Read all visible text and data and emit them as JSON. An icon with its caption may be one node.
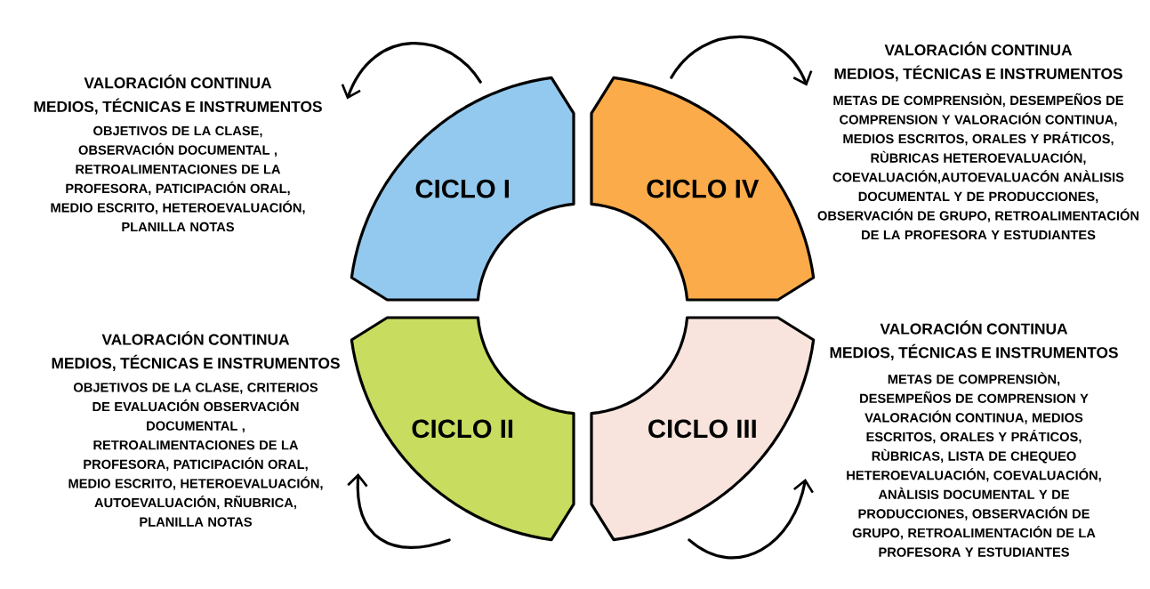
{
  "diagram": {
    "nodes": [
      {
        "text": [
          "VALORACIÓN CONTINUA",
          "MEDIOS, TÉCNICAS E INSTRUMENTOS",
          "OBJETIVOS DE LA CLASE, OBSERVACIÓN DOCUMENTAL , RETROALIMENTACIONES DE LA PROFESORA, PATICIPACIÓN ORAL, MEDIO ESCRITO, HETEROEVALUACIÓN, PLANILLA NOTAS"
        ]
      },
      {
        "text": [
          "VALORACIÓN CONTINUA",
          "MEDIOS, TÉCNICAS E INSTRUMENTOS",
          "METAS DE COMPRENSIÒN,  DESEMPEÑOS DE COMPRENSION Y VALORACIÓN CONTINUA, MEDIOS ESCRITOS, ORALES Y PRÁTICOS, RÙBRICAS HETEROEVALUACIÓN, COEVALUACIÓN,AUTOEVALUACÓN ANÀLISIS DOCUMENTAL Y DE PRODUCCIONES, OBSERVACIÓN DE GRUPO, RETROALIMENTACIÓN DE LA PROFESORA Y ESTUDIANTES"
        ]
      },
      {
        "text": [
          "CICLO I"
        ]
      },
      {
        "text": [
          "CICLO IV"
        ]
      },
      {
        "text": [
          "VALORACIÓN CONTINUA",
          "MEDIOS, TÉCNICAS E INSTRUMENTOS",
          "OBJETIVOS DE LA CLASE, CRITERIOS DE EVALUACIÓN OBSERVACIÓN DOCUMENTAL , RETROALIMENTACIONES DE LA PROFESORA, PATICIPACIÓN ORAL, MEDIO ESCRITO, HETEROEVALUACIÓN, AUTOEVALUACIÓN, RÑUBRICA, PLANILLA NOTAS"
        ]
      },
      {
        "text": [
          "CICLO II"
        ]
      },
      {
        "text": [
          "CICLO III"
        ]
      },
      {
        "text": [
          "VALORACIÓN CONTINUA",
          "MEDIOS, TÉCNICAS E INSTRUMENTOS",
          "METAS DE COMPRENSIÒN, DESEMPEÑOS DE COMPRENSION Y VALORACIÓN CONTINUA, MEDIOS ESCRITOS, ORALES Y PRÁTICOS, RÙBRICAS, LISTA DE CHEQUEO HETEROEVALUACIÓN, COEVALUACIÓN, ANÀLISIS DOCUMENTAL Y DE PRODUCCIONES, OBSERVACIÓN DE GRUPO, RETROALIMENTACIÓN DE LA PROFESORA Y ESTUDIANTES"
        ]
      }
    ],
    "edges": [
      {
        "from": 2,
        "to": 0,
        "arrow": "to"
      },
      {
        "from": 3,
        "to": 1,
        "arrow": "to"
      },
      {
        "from": 5,
        "to": 4,
        "arrow": "to"
      },
      {
        "from": 6,
        "to": 7,
        "arrow": "to"
      }
    ]
  }
}
